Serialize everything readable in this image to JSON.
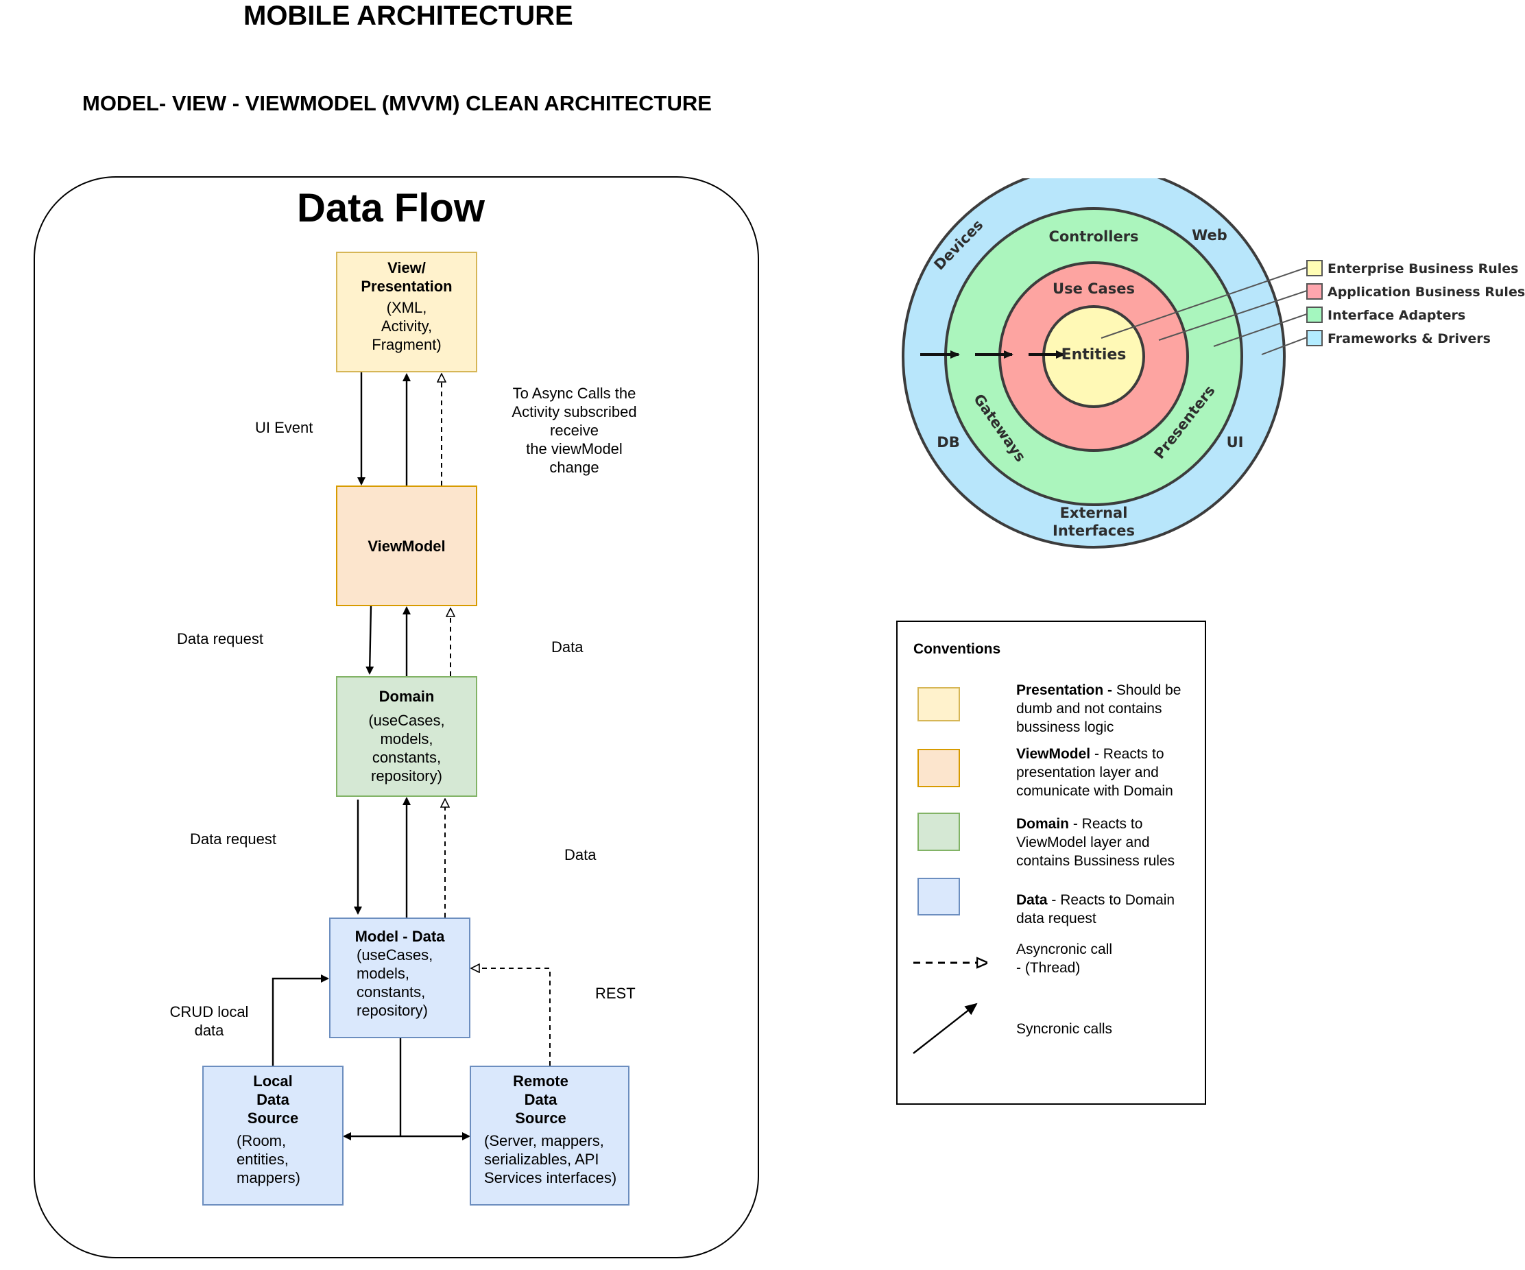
{
  "page": {
    "title": "MOBILE ARCHITECTURE",
    "subtitle": "MODEL- VIEW - VIEWMODEL (MVVM) CLEAN ARCHITECTURE"
  },
  "flow": {
    "title": "Data Flow",
    "view": {
      "title": "View/\nPresentation",
      "body": "(XML,\nActivity,\nFragment)"
    },
    "viewmodel": {
      "title": "ViewModel"
    },
    "domain": {
      "title": "Domain",
      "body": "(useCases,\nmodels,\nconstants,\nrepository)"
    },
    "model": {
      "title": "Model - Data",
      "body": "(useCases,\nmodels,\nconstants,\nrepository)"
    },
    "local": {
      "title": "Local\nData\nSource",
      "body": "(Room,\nentities,\nmappers)"
    },
    "remote": {
      "title": "Remote\nData\nSource",
      "body": "(Server, mappers,\nserializables, API\nServices interfaces)"
    },
    "labels": {
      "ui_event": "UI Event",
      "async_note": "To Async Calls the\nActivity subscribed\nreceive\nthe viewModel\nchange",
      "data_request_1": "Data request",
      "data_1": "Data",
      "data_request_2": "Data request",
      "data_2": "Data",
      "crud": "CRUD local\ndata",
      "rest": "REST"
    },
    "colors": {
      "view_fill": "#fff2cc",
      "view_border": "#d6b656",
      "viewmodel_fill": "#fce5cd",
      "viewmodel_border": "#d79b00",
      "domain_fill": "#d5e8d4",
      "domain_border": "#82b366",
      "data_fill": "#dae8fc",
      "data_border": "#6c8ebf"
    }
  },
  "onion": {
    "entities": "Entities",
    "use_cases": "Use Cases",
    "controllers": "Controllers",
    "gateways": "Gateways",
    "presenters": "Presenters",
    "devices": "Devices",
    "web": "Web",
    "db": "DB",
    "ui": "UI",
    "external_interfaces": "External\nInterfaces",
    "legend": [
      {
        "label": "Enterprise Business Rules",
        "color": "#fffdb5"
      },
      {
        "label": "Application Business Rules",
        "color": "#ffa6ae"
      },
      {
        "label": "Interface Adapters",
        "color": "#a4f7bf"
      },
      {
        "label": "Frameworks & Drivers",
        "color": "#b3ecff"
      }
    ],
    "colors": {
      "outer": "#b8e6fb",
      "adapters": "#abf5bd",
      "app": "#fda4a1",
      "enterprise": "#fff9b6"
    }
  },
  "conventions": {
    "title": "Conventions",
    "items": [
      {
        "bold": "Presentation - ",
        "text": "Should be\ndumb and not contains\nbussiness logic"
      },
      {
        "bold": "ViewModel",
        "text": " - Reacts to\npresentation layer and\ncomunicate with Domain"
      },
      {
        "bold": "Domain",
        "text": " - Reacts  to\nViewModel layer and\ncontains Bussiness rules"
      },
      {
        "bold": "Data",
        "text": " - Reacts to Domain\ndata request"
      }
    ],
    "async_label": "Asyncronic call\n- (Thread)",
    "sync_label": "Syncronic calls"
  }
}
